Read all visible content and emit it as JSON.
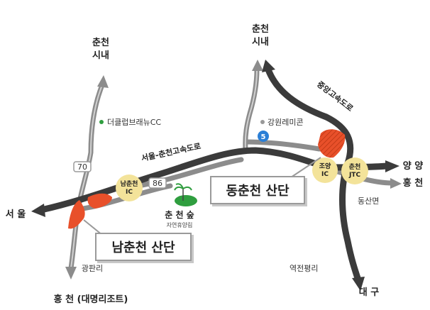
{
  "destinations": {
    "chuncheon_city_left": [
      "춘천",
      "시내"
    ],
    "chuncheon_city_top": [
      "춘천",
      "시내"
    ],
    "seoul": "서 울",
    "yangyang": "양 양",
    "hongcheon_right": "홍 천",
    "daegu": "대 구",
    "hongcheon_bottom": "홍 천 (대명리조트)"
  },
  "places": {
    "golf_club": "더클럽브래뉴CC",
    "gangwon_remicon": "강원레미콘",
    "gwangpan_ri": "광판리",
    "dongsan_myeon": "동산면",
    "yeokjeonpyeong_ri": "역전평리",
    "forest_name": "춘 천 숲",
    "forest_sub": "자연휴양림"
  },
  "highways": {
    "seoul_chuncheon": "서울-춘천고속도로",
    "jungang": "중앙고속도로"
  },
  "route_numbers": {
    "r70": "70",
    "r86": "86",
    "r5": "5"
  },
  "interchanges": {
    "namchuncheon_ic": [
      "남춘천",
      "IC"
    ],
    "joyang_ic": [
      "조양",
      "IC"
    ],
    "chuncheon_jtc": [
      "춘천",
      "JTC"
    ]
  },
  "complexes": {
    "nam": "남춘천 산단",
    "dong": "동춘천 산단"
  },
  "colors": {
    "highway": "#3a3a3a",
    "road": "#8a8a8a",
    "complex": "#e8502a",
    "ic_badge": "#f3e39a",
    "forest": "#2f9e3f"
  }
}
